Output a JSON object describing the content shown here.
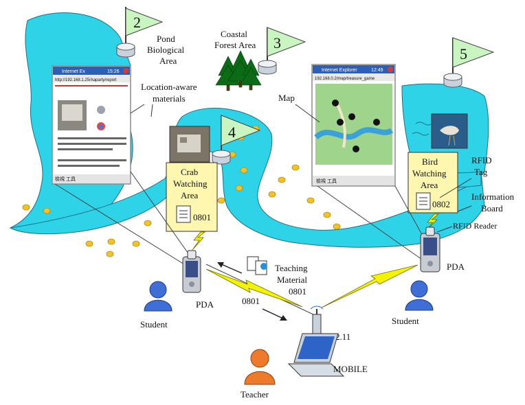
{
  "flags": [
    {
      "number": "2"
    },
    {
      "number": "3"
    },
    {
      "number": "4"
    },
    {
      "number": "5"
    }
  ],
  "areas": {
    "pond": [
      "Pond",
      "Biological",
      "Area"
    ],
    "coastal": [
      "Coastal",
      "Forest Area"
    ]
  },
  "callouts": {
    "location_aware": [
      "Location-aware",
      "materials"
    ],
    "map": "Map",
    "rfid_tag": [
      "RFID",
      "Tag"
    ],
    "info_board": [
      "Information",
      "Board"
    ],
    "rfid_reader": "RFID Reader"
  },
  "boards": {
    "crab": {
      "title": [
        "Crab",
        "Watching",
        "Area"
      ],
      "tag_id": "0801"
    },
    "bird": {
      "title": [
        "Bird",
        "Watching",
        "Area"
      ],
      "tag_id": "0802"
    }
  },
  "devices": {
    "pda_left": "PDA",
    "pda_right": "PDA",
    "access_point": "802.11",
    "laptop": "MOBILE"
  },
  "people": {
    "student_left": "Student",
    "student_right": "Student",
    "teacher": "Teacher"
  },
  "transfer": {
    "teaching_material": [
      "Teaching",
      "Material",
      "0801"
    ],
    "upload_id": "0801"
  },
  "screens": {
    "left_title": "Internet Ex",
    "left_time": "15:26",
    "left_url": "http://192.168.1.25/Aaparty/report",
    "left_menu": "檢視 工具",
    "right_title": "Internet Explorer",
    "right_time": "12:49",
    "right_url": "192.168.0.2/map/treasure_game",
    "right_menu": "檢視 工具"
  },
  "colors": {
    "water": "#2fd3e8",
    "flag": "#c8f5c0",
    "board": "#fff7b0",
    "person_blue": "#3f6fd6",
    "person_orange": "#ee7a2c",
    "stone": "#f2c22a",
    "bolt": "#f4f400"
  }
}
